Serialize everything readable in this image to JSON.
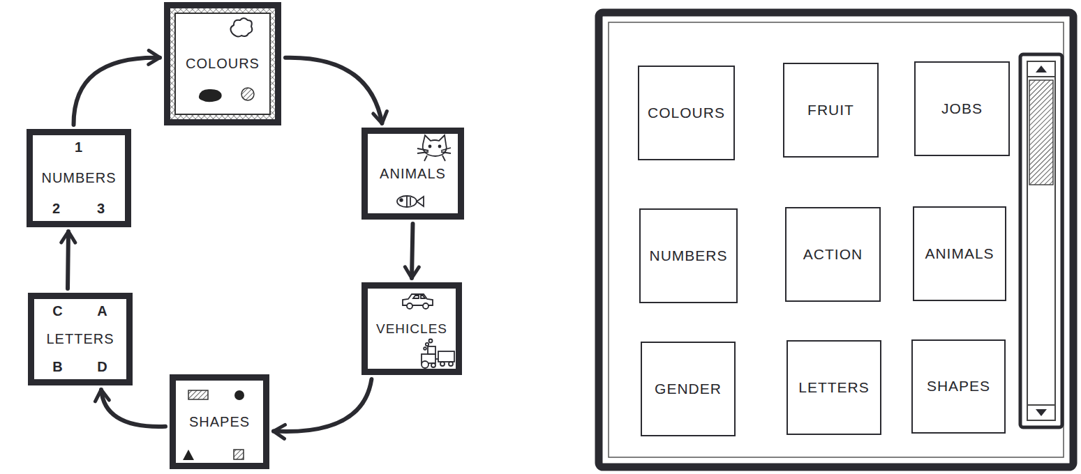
{
  "diagram": {
    "nodes": [
      {
        "text": [
          "COLOURS"
        ]
      },
      {
        "text": [
          "ANIMALS"
        ]
      },
      {
        "text": [
          "VEHICLES"
        ]
      },
      {
        "text": [
          "SHAPES"
        ]
      },
      {
        "text": [
          "C",
          "A",
          "LETTERS",
          "B",
          "D"
        ]
      },
      {
        "text": [
          "1",
          "NUMBERS",
          "2",
          "3"
        ]
      },
      {
        "text": [
          "COLOURS"
        ]
      },
      {
        "text": [
          "FRUIT"
        ]
      },
      {
        "text": [
          "JOBS"
        ]
      },
      {
        "text": [
          "NUMBERS"
        ]
      },
      {
        "text": [
          "ACTION"
        ]
      },
      {
        "text": [
          "ANIMALS"
        ]
      },
      {
        "text": [
          "GENDER"
        ]
      },
      {
        "text": [
          "LETTERS"
        ]
      },
      {
        "text": [
          "SHAPES"
        ]
      }
    ],
    "edges": [
      {
        "from": 0,
        "to": 1,
        "arrow": "to"
      },
      {
        "from": 1,
        "to": 2,
        "arrow": "to"
      },
      {
        "from": 2,
        "to": 3,
        "arrow": "to"
      },
      {
        "from": 3,
        "to": 4,
        "arrow": "to"
      },
      {
        "from": 4,
        "to": 5,
        "arrow": "to"
      },
      {
        "from": 5,
        "to": 0,
        "arrow": "to"
      }
    ]
  }
}
